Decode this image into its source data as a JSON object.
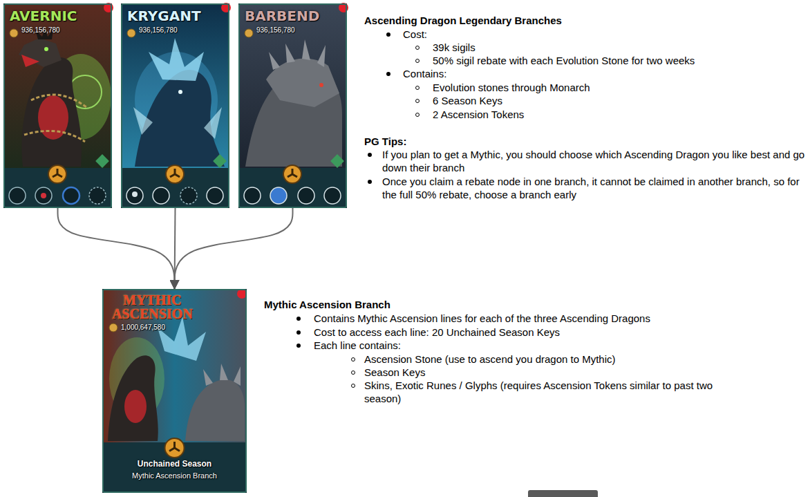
{
  "diagram": {
    "nodes": [
      {
        "text": [
          "AVERNIC",
          "936,156,780"
        ]
      },
      {
        "text": [
          "KRYGANT",
          "936,156,780"
        ]
      },
      {
        "text": [
          "BARBEND",
          "936,156,780"
        ]
      },
      {
        "text": [
          "MYTHIC ASCENSION",
          "1,000,647,580",
          "Unchained Season",
          "Mythic Ascension Branch"
        ]
      }
    ],
    "edges": [
      {
        "from": 0,
        "to": 3,
        "arrow": "to"
      },
      {
        "from": 1,
        "to": 3,
        "arrow": "to"
      },
      {
        "from": 2,
        "to": 3,
        "arrow": "to"
      }
    ],
    "labels": [
      "Ascending Dragon Legendary Branches",
      "Cost:",
      "39k sigils",
      "50% sigil rebate with each Evolution Stone for two weeks",
      "Contains:",
      "Evolution stones through Monarch",
      "6 Season Keys",
      "2 Ascension Tokens",
      "PG Tips:",
      "If you plan to get a Mythic, you should choose which Ascending Dragon you like best and go down their branch",
      "Once you claim a rebate node in one branch, it cannot be claimed in another branch, so for the full 50% rebate, choose a branch early",
      "Mythic Ascension Branch",
      "Contains Mythic Ascension lines for each of the three Ascending Dragons",
      "Cost to access each line: 20 Unchained Season Keys",
      "Each line contains:",
      "Ascension Stone (use to ascend you dragon to Mythic)",
      "Season Keys",
      "Skins, Exotic Runes / Glyphs (requires Ascension Tokens similar to past two season)"
    ]
  }
}
